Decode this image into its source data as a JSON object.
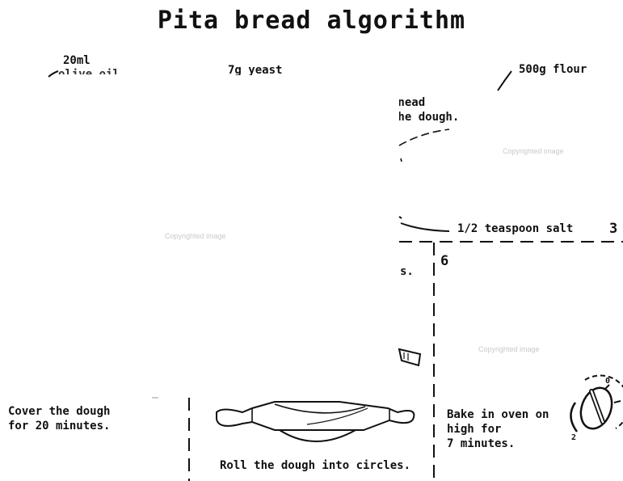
{
  "title": "Pita bread algorithm",
  "ingredients": {
    "oil": "20ml",
    "oil_partial": "olive oil",
    "yeast": "7g yeast",
    "flour": "500g flour",
    "salt": "1/2 teaspoon salt"
  },
  "step_text": {
    "knead_line1": "Knead",
    "knead_line2": "the dough.",
    "rest_partial": "s.",
    "cover_line1": "Cover the dough",
    "cover_line2": "for 20 minutes.",
    "roll": "Roll the dough into circles.",
    "bake_line1": "Bake in oven on",
    "bake_line2": "high for",
    "bake_line3": "7 minutes."
  },
  "step_numbers": {
    "three": "3",
    "six": "6"
  },
  "watermark": "Copyrighted image",
  "oven_dial": {
    "low": "2",
    "high": "0"
  }
}
